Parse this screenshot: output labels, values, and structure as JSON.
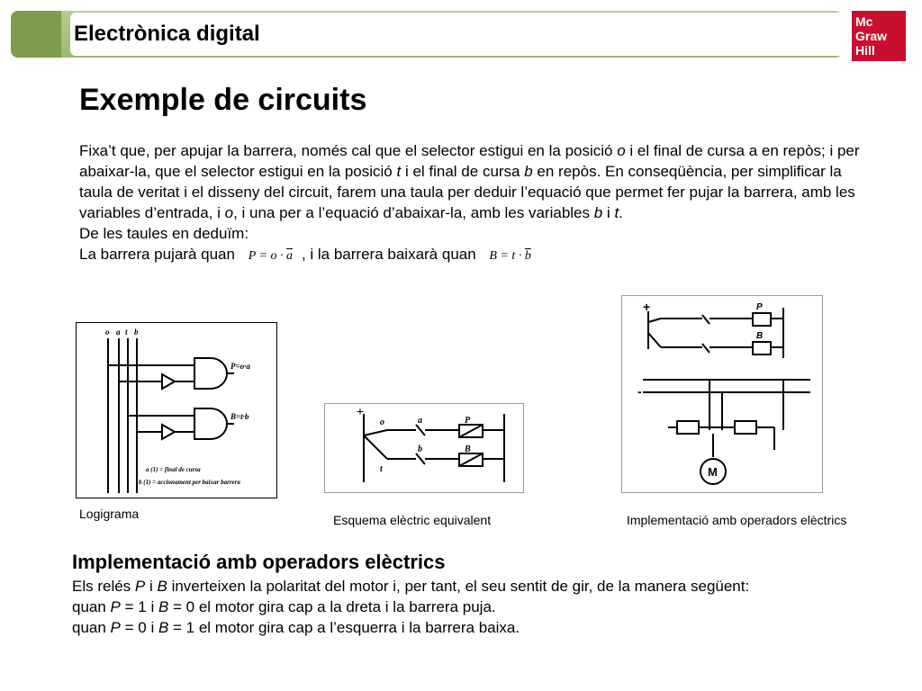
{
  "header": {
    "title": "Electrònica digital"
  },
  "logo": {
    "line1": "Mc",
    "line2": "Graw",
    "line3": "Hill"
  },
  "page_title": "Exemple de circuits",
  "intro": {
    "p1_a": "Fixa’t que, per apujar la barrera, només cal que el selector estigui en la posició ",
    "p1_o": "o",
    "p1_b": " i el final de cursa a en repòs; i per abaixar-la, que el selector estigui en la posició ",
    "p1_t": "t",
    "p1_c": " i el final de cursa ",
    "p1_bvar": "b",
    "p1_d": " en repòs. En conseqüència, per simplificar la taula de veritat i el disseny del circuit, farem una taula per deduir l’equació que permet fer pujar la barrera, amb les variables d’entrada, i ",
    "p1_o2": "o",
    "p1_e": ", i una per a l’equació d’abaixar-la, amb les variables ",
    "p1_b2": "b",
    "p1_f": " i ",
    "p1_t2": "t",
    "p1_g": ".",
    "p2": "De les taules en deduïm:",
    "p3_a": "La barrera pujarà quan",
    "p3_b": ", i la barrera baixarà quan",
    "formula_p_lhs": "P =",
    "formula_p_o": "o",
    "formula_p_dot": "·",
    "formula_p_a": "a",
    "formula_b_lhs": "B =",
    "formula_b_t": "t",
    "formula_b_dot": "·",
    "formula_b_b": "b"
  },
  "figures": {
    "logigrama": {
      "caption": "Logigrama",
      "inputs": [
        "o",
        "a",
        "t",
        "b"
      ],
      "out1": "P=o·a",
      "out2": "B=t·b",
      "legend1": "a (1) = final de cursa",
      "legend2": "b (1) = accionament per baixar barrera"
    },
    "esquema": {
      "caption": "Esquema elèctric equivalent",
      "labels": [
        "+",
        "o",
        "a",
        "P",
        "t",
        "b",
        "B"
      ]
    },
    "implementacio": {
      "caption": "Implementació amb operadors elèctrics",
      "labels": [
        "+",
        "-",
        "P",
        "B",
        "M"
      ]
    }
  },
  "section": {
    "title": "Implementació amb operadors elèctrics",
    "l1_a": "Els relés ",
    "l1_P": "P",
    "l1_b": " i ",
    "l1_B": "B",
    "l1_c": " inverteixen la polaritat del motor i, per tant, el seu sentit de gir, de la manera següent:",
    "l2_a": "quan ",
    "l2_P": "P",
    "l2_b": " = 1 i ",
    "l2_B": "B",
    "l2_c": " = 0 el motor gira cap a la dreta i la barrera puja.",
    "l3_a": "quan ",
    "l3_P": "P",
    "l3_b": " = 0 i ",
    "l3_B": "B",
    "l3_c": " = 1 el motor gira cap a l’esquerra i la barrera baixa."
  },
  "colors": {
    "header_green": "#9bb972",
    "header_accent": "#7e9c4c",
    "logo_red": "#c8102e"
  }
}
